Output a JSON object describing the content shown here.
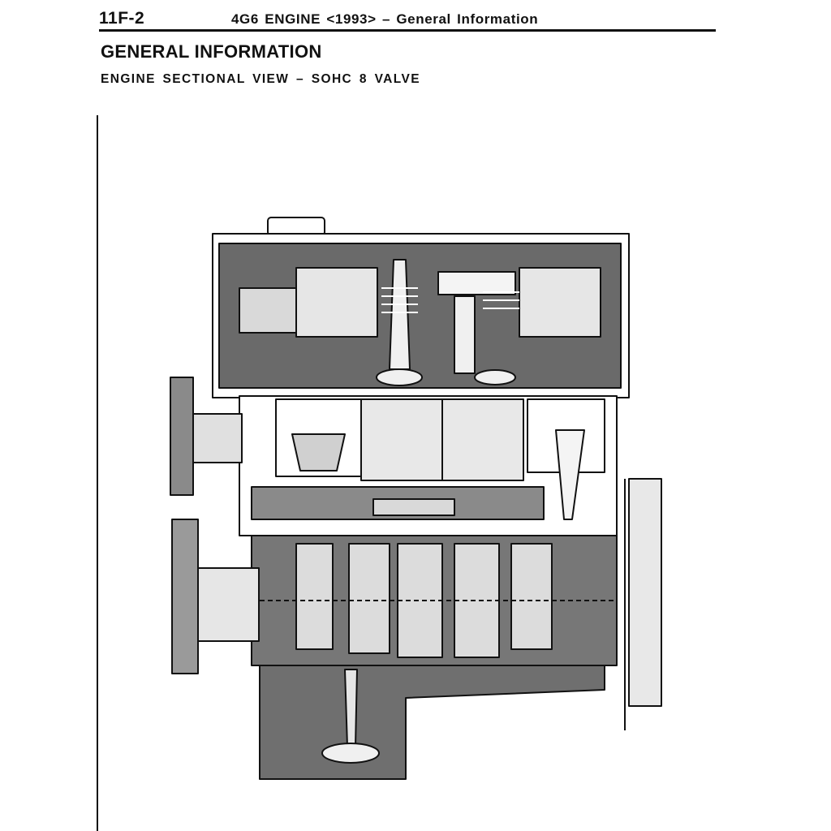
{
  "header": {
    "page_number": "11F-2",
    "section_title": "4G6 ENGINE <1993> – General Information"
  },
  "title": "GENERAL INFORMATION",
  "subtitle": "ENGINE SECTIONAL VIEW – SOHC 8 VALVE",
  "figure": {
    "icon": "engine-sectional-view-illustration"
  }
}
